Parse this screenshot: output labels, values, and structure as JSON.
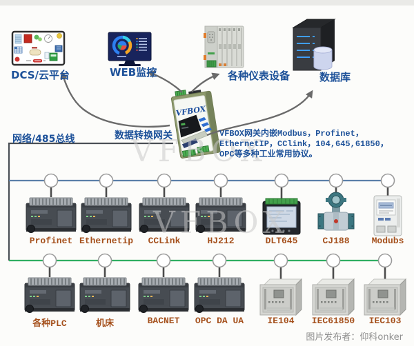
{
  "header": {
    "top_devices": [
      {
        "label": "DCS/云平台"
      },
      {
        "label": "WEB监控"
      },
      {
        "label": "各种仪表设备"
      },
      {
        "label": "数据库"
      }
    ]
  },
  "gateway": {
    "name": "VFBOX",
    "caption": "数据转换网关"
  },
  "bus": {
    "label": "网络/485总线"
  },
  "description": {
    "line1": "VFBOX网关内嵌Modbus，Profinet，",
    "line2": "EthernetIP，CClink，104,645,61850，",
    "line3": "OPC等多种工业常用协议。"
  },
  "row1": {
    "devices": [
      {
        "label": "Profinet"
      },
      {
        "label": "Ethernetip"
      },
      {
        "label": "CCLink"
      },
      {
        "label": "HJ212"
      },
      {
        "label": "DLT645"
      },
      {
        "label": "CJ188"
      },
      {
        "label": "Modubs"
      }
    ]
  },
  "row2": {
    "devices": [
      {
        "label": "各种PLC"
      },
      {
        "label": "机床"
      },
      {
        "label": "BACNET"
      },
      {
        "label": "OPC DA UA"
      },
      {
        "label": "IE104"
      },
      {
        "label": "IEC61850"
      },
      {
        "label": "IEC103"
      }
    ]
  },
  "watermark": {
    "text": "VFBOX"
  },
  "footer": {
    "credit": "图片发布者：仰科onker"
  },
  "colors": {
    "label_blue": "#1d5199",
    "label_brown": "#a5511d",
    "bus_network": "#5b7fa8",
    "bus_serial": "#2fae62",
    "arrow_gray": "#6a6a6a",
    "gateway_green": "#8e9a6d",
    "watermark_gray": "#c8c8c8"
  }
}
